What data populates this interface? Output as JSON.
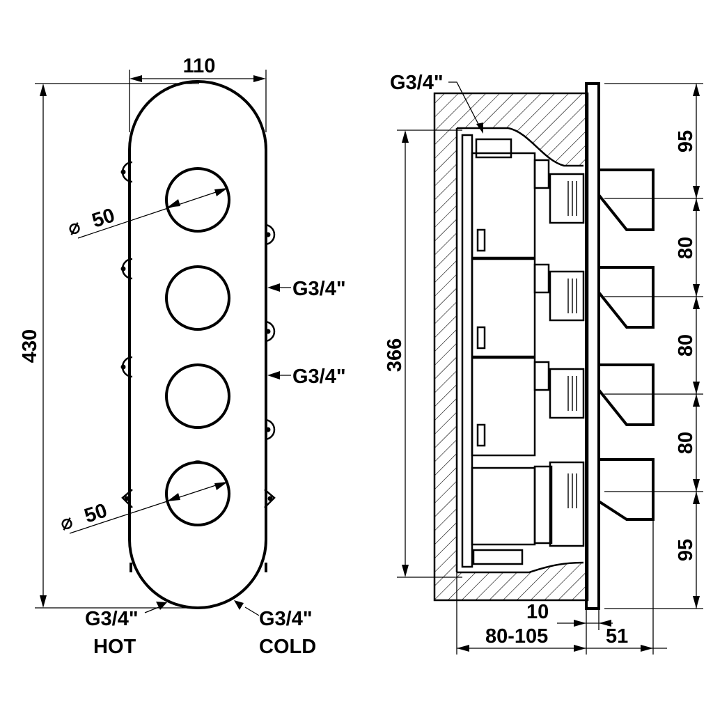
{
  "front_view": {
    "width_dim": "110",
    "height_dim": "430",
    "diameter_top": "50",
    "diameter_bottom": "50",
    "diameter_symbol": "⌀",
    "side_thread_upper": "G3/4\"",
    "side_thread_lower": "G3/4\"",
    "inlet_hot_thread": "G3/4\"",
    "inlet_hot_label": "HOT",
    "inlet_cold_thread": "G3/4\"",
    "inlet_cold_label": "COLD"
  },
  "side_view": {
    "top_thread": "G3/4\"",
    "body_height_dim": "366",
    "spacing_top": "95",
    "spacing_1": "80",
    "spacing_2": "80",
    "spacing_3": "80",
    "spacing_bottom": "95",
    "plate_thickness": "10",
    "depth_range": "80-105",
    "handle_depth": "51"
  }
}
